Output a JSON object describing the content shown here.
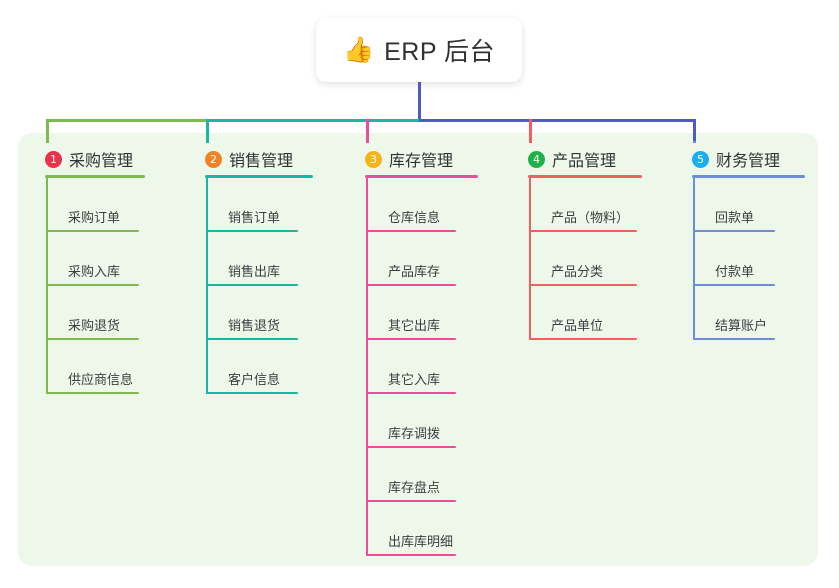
{
  "diagram": {
    "type": "org-tree",
    "root": {
      "icon": "thumbs-up-emoji",
      "icon_glyph": "👍",
      "title": "ERP 后台"
    },
    "panel_background": "#eef8ea",
    "trunk_color": "#4f5ac7",
    "branches": [
      {
        "index": "1",
        "label": "采购管理",
        "badge_color": "#e8334a",
        "line_color": "#7fba4e",
        "items": [
          "采购订单",
          "采购入库",
          "采购退货",
          "供应商信息"
        ]
      },
      {
        "index": "2",
        "label": "销售管理",
        "badge_color": "#f18226",
        "line_color": "#18b8a5",
        "items": [
          "销售订单",
          "销售出库",
          "销售退货",
          "客户信息"
        ]
      },
      {
        "index": "3",
        "label": "库存管理",
        "badge_color": "#f5b51a",
        "line_color": "#ec4d9b",
        "items": [
          "仓库信息",
          "产品库存",
          "其它出库",
          "其它入库",
          "库存调拨",
          "库存盘点",
          "出库库明细"
        ]
      },
      {
        "index": "4",
        "label": "产品管理",
        "badge_color": "#21b14b",
        "line_color": "#f2605e",
        "items": [
          "产品（物料）",
          "产品分类",
          "产品单位"
        ]
      },
      {
        "index": "5",
        "label": "财务管理",
        "badge_color": "#1aaeee",
        "line_color": "#6b8ed6",
        "items": [
          "回款单",
          "付款单",
          "结算账户"
        ]
      }
    ]
  }
}
